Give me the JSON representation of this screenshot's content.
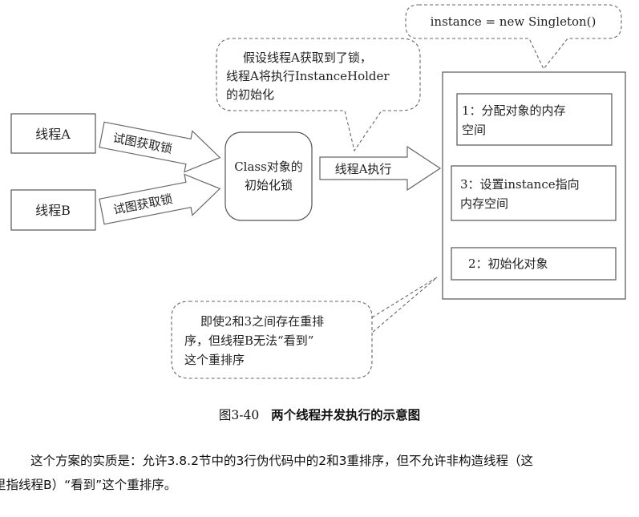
{
  "diagram": {
    "thread_a": "线程A",
    "thread_b": "线程B",
    "arrow_a_label": "试图获取锁",
    "arrow_b_label": "试图获取锁",
    "lock_box": [
      "Class对象的",
      "初始化锁"
    ],
    "exec_arrow_label": "线程A执行",
    "bubble_top": [
      "假设线程A获取到了锁，",
      "线程A将执行InstanceHolder",
      "的初始化"
    ],
    "bubble_right": "instance = new Singleton()",
    "bubble_bottom": [
      "即使2和3之间存在重排",
      "序，但线程B无法“看到”",
      "这个重排序"
    ],
    "step1": [
      "1：分配对象的内存",
      "空间"
    ],
    "step3": [
      "3：设置instance指向",
      "内存空间"
    ],
    "step2": "2：初始化对象"
  },
  "caption": {
    "number": "图3-40",
    "title": "两个线程并发执行的示意图"
  },
  "body": {
    "line1": "这个方案的实质是：允许3.8.2节中的3行伪代码中的2和3重排序，但不允许非构造线程（这",
    "line2": "里指线程B）“看到”这个重排序。"
  }
}
